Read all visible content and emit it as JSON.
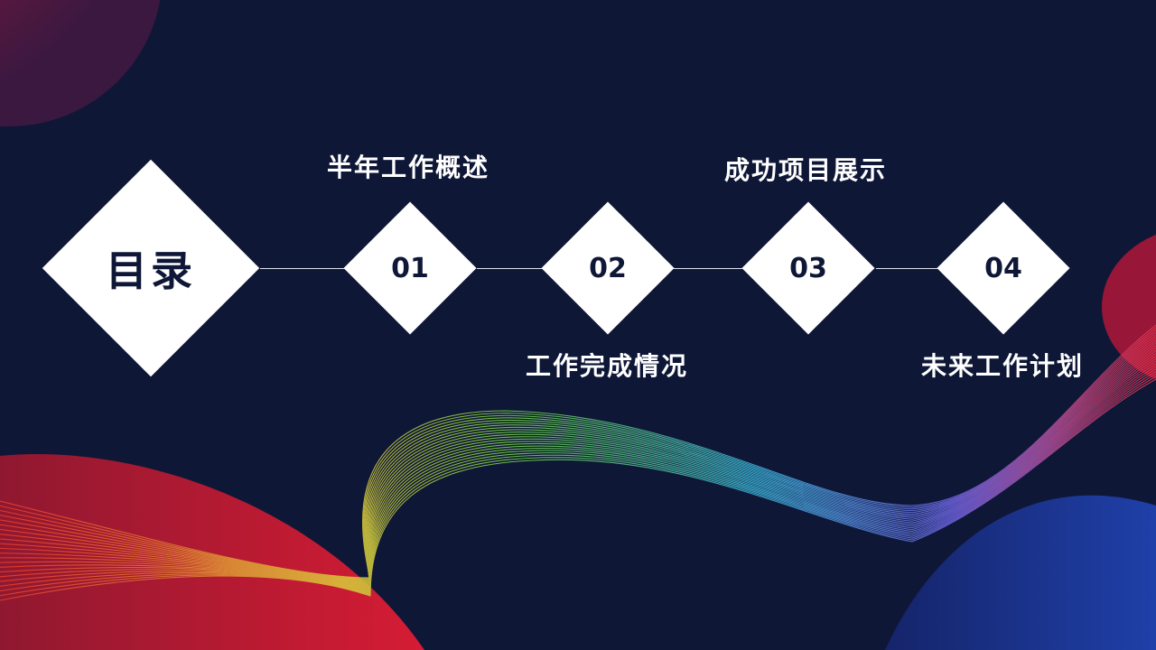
{
  "slide": {
    "title": "目录",
    "items": [
      {
        "number": "01",
        "label": "半年工作概述"
      },
      {
        "number": "02",
        "label": "工作完成情况"
      },
      {
        "number": "03",
        "label": "成功项目展示"
      },
      {
        "number": "04",
        "label": "未来工作计划"
      }
    ]
  },
  "colors": {
    "background": "#0f1737",
    "diamond": "#ffffff",
    "text_dark": "#0f1737",
    "accent_red": "#d01d3a",
    "accent_blue": "#1d3a9b"
  }
}
